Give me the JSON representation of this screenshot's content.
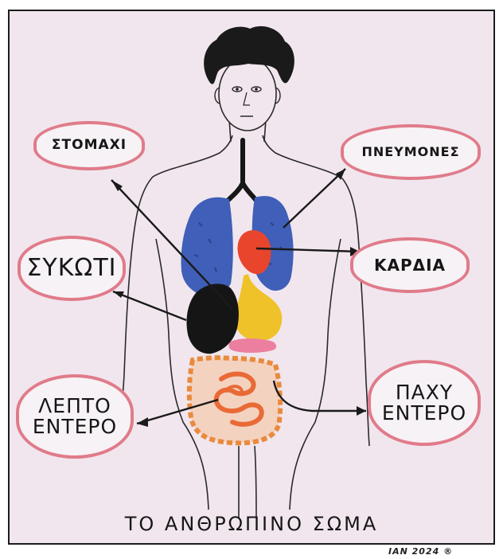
{
  "labels": {
    "stomach": "ΣΤΟΜΑΧΙ",
    "lungs": "ΠΝΕΥΜΟΝΕΣ",
    "liver": "ΣΥΚΩΤΙ",
    "heart": "ΚΑΡΔΙΑ",
    "small_intestine_line1": "ΛΕΠΤΟ",
    "small_intestine_line2": "ΕΝΤΕΡΟ",
    "large_intestine_line1": "ΠΑΧΥ",
    "large_intestine_line2": "ΕΝΤΕΡΟ"
  },
  "title": "ΤΟ ΑΝΘΡΩΠΙΝΟ ΣΩΜΑ",
  "signature": "IAN 2024 ®",
  "colors": {
    "paper": "#f1e6ee",
    "bubble_outline": "#e07b8a",
    "lungs": "#3f5fb8",
    "heart": "#e8452c",
    "liver": "#151515",
    "stomach": "#efc22a",
    "pancreas": "#ec7fa0",
    "intestines": "#e98a3c",
    "hair": "#1a1a1a"
  }
}
